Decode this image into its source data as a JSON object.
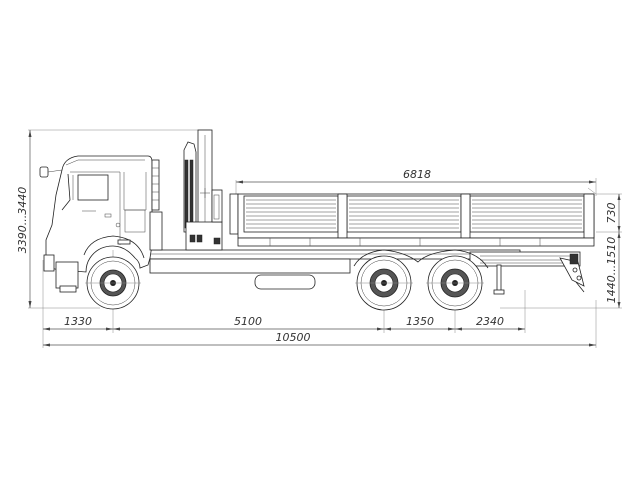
{
  "drawing": {
    "subject": "6x4 flatbed truck with loader crane, side elevation",
    "units": "mm"
  },
  "dimensions": {
    "overall_height": "3390...3440",
    "platform_length": "6818",
    "side_board_height": "730",
    "platform_floor_height": "1440...1510",
    "front_overhang": "1330",
    "wheelbase_front_to_tandem": "5100",
    "tandem_spacing": "1350",
    "rear_overhang": "2340",
    "overall_length": "10500"
  },
  "colors": {
    "line": "#222222",
    "dimension_line": "#555555",
    "background": "#ffffff"
  }
}
